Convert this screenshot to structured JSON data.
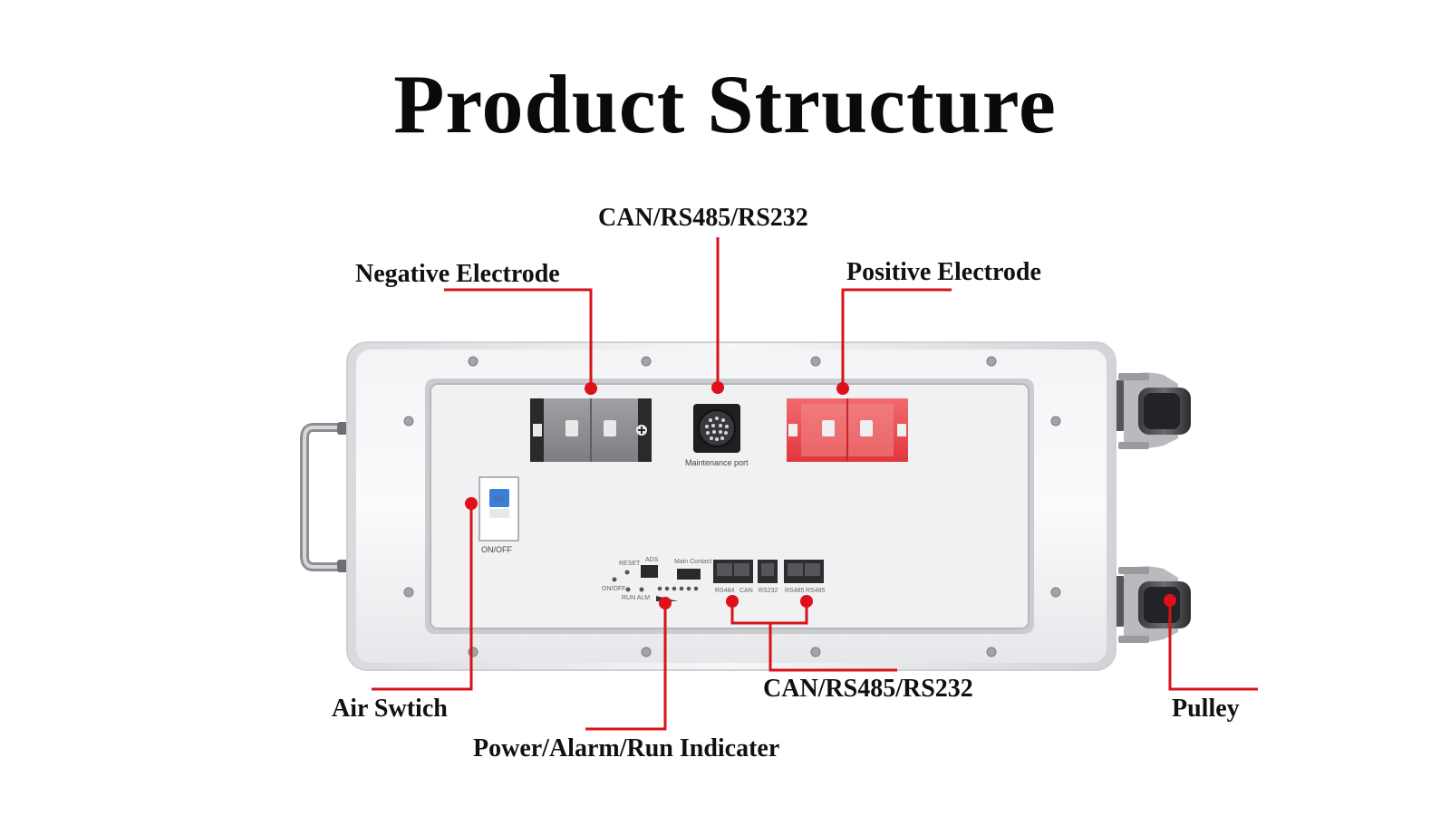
{
  "title": "Product Structure",
  "callouts": {
    "comm_top": "CAN/RS485/RS232",
    "negative": "Negative Electrode",
    "positive": "Positive Electrode",
    "air_switch": "Air Swtich",
    "pulley": "Pulley",
    "comm_bottom": "CAN/RS485/RS232",
    "indicator": "Power/Alarm/Run Indicater"
  },
  "panel_labels": {
    "maintenance": "Maintenance port",
    "onoff": "ON/OFF",
    "switch_face": "NO",
    "reset": "RESET",
    "ads": "ADS",
    "main_contact": "Main Contact",
    "onoff_small": "ON/OFF",
    "run_alm": "RUN  ALM",
    "port_rs484": "RS484",
    "port_can": "CAN",
    "port_rs232": "RS232",
    "port_rs485a": "RS485",
    "port_rs485b": "RS485"
  },
  "colors": {
    "leader": "#d8121b",
    "positive_terminal": "#ef4a4f",
    "negative_terminal": "#2a2a2a",
    "switch_blue": "#3b7fd9"
  },
  "icons": [
    "plus-icon",
    "screw-icon",
    "connector-pins-icon"
  ]
}
